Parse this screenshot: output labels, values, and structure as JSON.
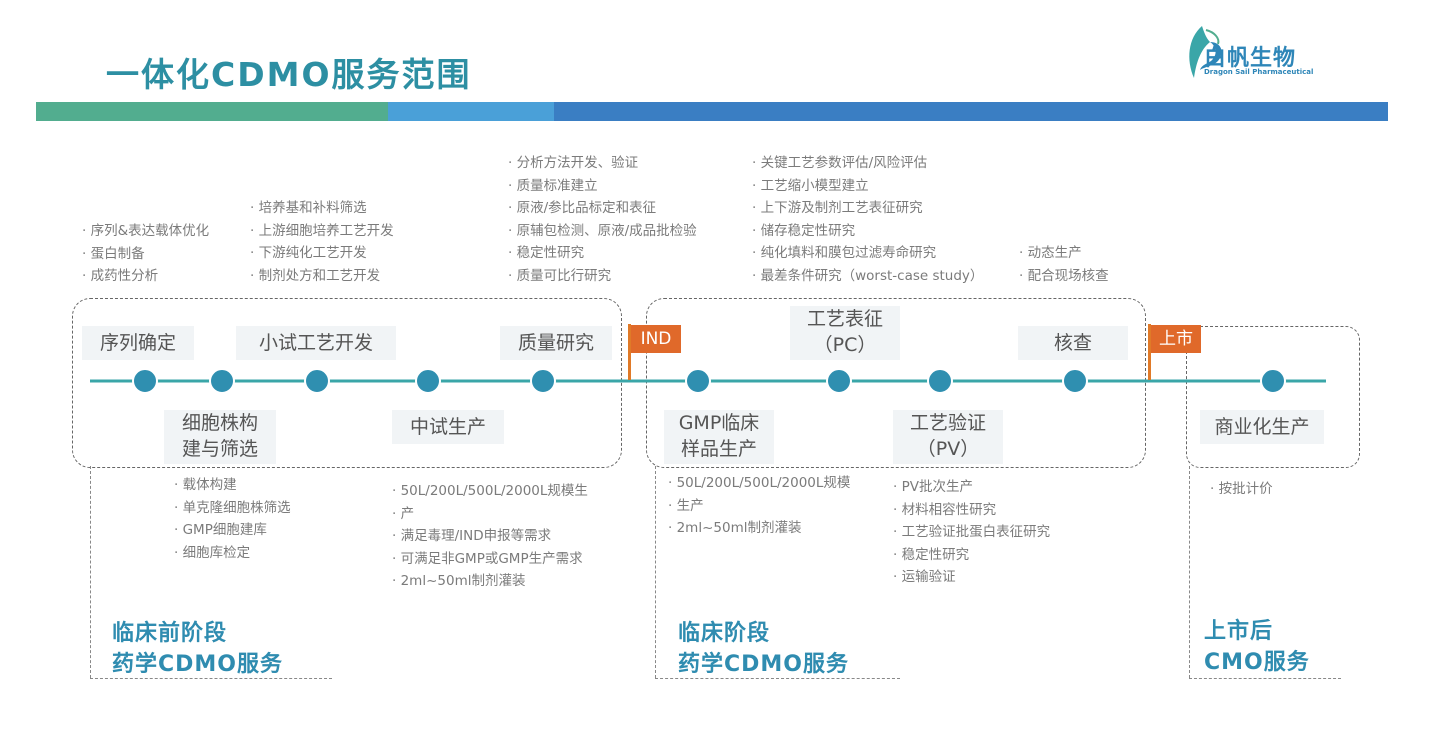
{
  "title": "一体化CDMO服务范围",
  "logo": {
    "name": "白帆生物",
    "english": "Dragon Sail Pharmaceutical"
  },
  "colors": {
    "teal": "#3aa6a8",
    "blue": "#3b7fc2",
    "accent": "#2f8cb0",
    "flag": "#e0692a",
    "green": "#52ad8f"
  },
  "flags": {
    "ind": "IND",
    "market": "上市"
  },
  "stages": {
    "seq": "序列确定",
    "small": "小试工艺开发",
    "quality": "质量研究",
    "cell": [
      "细胞株构",
      "建与筛选"
    ],
    "pilot": "中试生产",
    "pc": [
      "工艺表征",
      "（PC）"
    ],
    "inspect": "核查",
    "gmp": [
      "GMP临床",
      "样品生产"
    ],
    "pv": [
      "工艺验证",
      "（PV）"
    ],
    "commercial": "商业化生产"
  },
  "details": {
    "seq": [
      "序列&表达载体优化",
      "蛋白制备",
      "成药性分析"
    ],
    "small": [
      "培养基和补料筛选",
      "上游细胞培养工艺开发",
      "下游纯化工艺开发",
      "制剂处方和工艺开发"
    ],
    "quality": [
      "分析方法开发、验证",
      "质量标准建立",
      "原液/参比品标定和表征",
      "原辅包检测、原液/成品批检验",
      "稳定性研究",
      "质量可比行研究"
    ],
    "pc": [
      "关键工艺参数评估/风险评估",
      "工艺缩小模型建立",
      "上下游及制剂工艺表征研究",
      " 储存稳定性研究",
      "纯化填料和膜包过滤寿命研究",
      "最差条件研究（worst-case study）"
    ],
    "inspect": [
      "动态生产",
      "配合现场核查"
    ],
    "cell": [
      "载体构建",
      "单克隆细胞株筛选",
      "GMP细胞建库",
      "细胞库检定"
    ],
    "pilot": [
      "50L/200L/500L/2000L规模生",
      "产",
      "满足毒理/IND申报等需求",
      "可满足非GMP或GMP生产需求",
      "2ml~50ml制剂灌装"
    ],
    "gmp": [
      "50L/200L/500L/2000L规模",
      "生产",
      " 2ml~50ml制剂灌装"
    ],
    "pv": [
      "PV批次生产",
      "材料相容性研究",
      "工艺验证批蛋白表征研究",
      "稳定性研究",
      "运输验证"
    ],
    "commercial": [
      "按批计价"
    ]
  },
  "phases": {
    "preclinical": [
      "临床前阶段",
      "药学CDMO服务"
    ],
    "clinical": [
      "临床阶段",
      "药学CDMO服务"
    ],
    "post": [
      "上市后",
      "CMO服务"
    ]
  }
}
